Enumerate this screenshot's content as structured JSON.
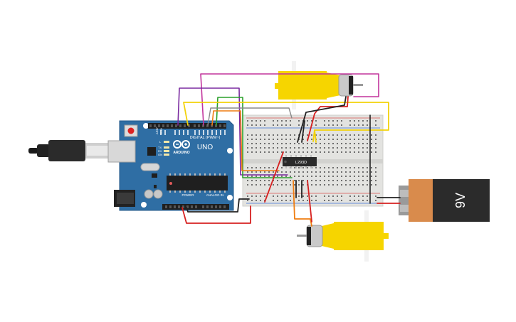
{
  "arduino": {
    "brand": "ARDUINO",
    "model": "UNO",
    "digital_header_label": "DIGITAL (PWM~)",
    "power_header_label": "POWER",
    "analog_header_label": "ANALOG IN",
    "led_labels": [
      "L",
      "TX",
      "RX",
      "ON"
    ],
    "aref_label": "AREF",
    "gnd_label": "GND"
  },
  "motor_driver": {
    "label": "L293D"
  },
  "battery": {
    "label": "9V"
  },
  "colors": {
    "board_blue": "#2f6ea4",
    "breadboard": "#e3e3e0",
    "motor_yellow": "#f6d500",
    "battery_orange": "#d98b4c",
    "battery_black": "#2b2b2b",
    "wire_red": "#d62020",
    "wire_black": "#222222",
    "wire_yellow": "#f2d20a",
    "wire_magenta": "#c2349c",
    "wire_purple": "#7a2aa0",
    "wire_green": "#2aa02a",
    "wire_orange": "#ef7d10",
    "wire_gray": "#8a8a8a"
  }
}
